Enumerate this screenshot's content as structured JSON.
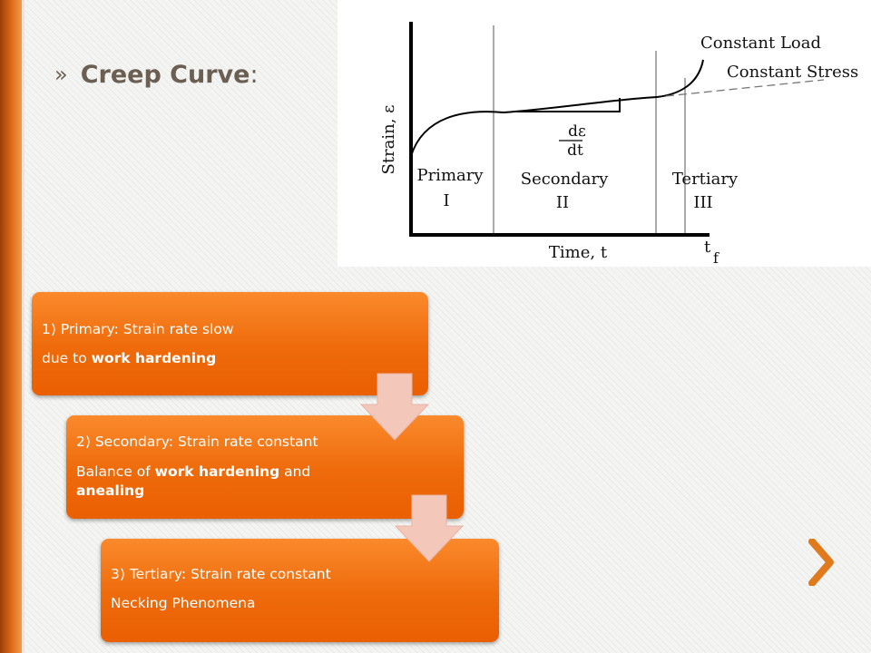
{
  "slide": {
    "title_bullet": "»",
    "title": "Creep Curve",
    "title_colon": ":"
  },
  "graph": {
    "y_label": "Strain, ε",
    "x_label": "Time, t",
    "tf_main": "t",
    "tf_sub": "f",
    "curve_constant_load": "Constant Load",
    "curve_constant_stress": "Constant Stress",
    "slope_numerator": "dε",
    "slope_denominator": "dt",
    "stages": [
      {
        "name": "Primary",
        "numeral": "I"
      },
      {
        "name": "Secondary",
        "numeral": "II"
      },
      {
        "name": "Tertiary",
        "numeral": "III"
      }
    ]
  },
  "stages_flow": [
    {
      "line1": "1) Primary: Strain rate slow",
      "line2_prefix": "due to ",
      "line2_bold": "work hardening",
      "line2_mid": "",
      "line2_bold2": ""
    },
    {
      "line1": "2) Secondary: Strain rate constant",
      "line2_prefix": "Balance of ",
      "line2_bold": "work hardening",
      "line2_mid": " and ",
      "line2_bold2": "anealing"
    },
    {
      "line1": "3) Tertiary: Strain rate constant",
      "line2_prefix": "Necking Phenomena",
      "line2_bold": "",
      "line2_mid": "",
      "line2_bold2": ""
    }
  ],
  "nav": {
    "next_glyph": "❯"
  },
  "colors": {
    "accent_orange": "#ee6a0a",
    "arrow_pink": "#f4c7bb",
    "title_color": "#6b5e52",
    "chevron_color": "#e07a1c"
  }
}
